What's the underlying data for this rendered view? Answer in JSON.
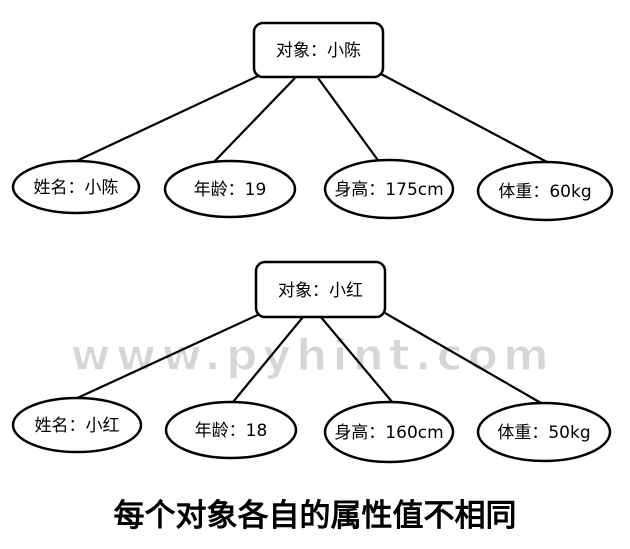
{
  "trees": [
    {
      "object_label": "对象：小陈",
      "attributes": [
        "姓名：小陈",
        "年龄：19",
        "身高：175cm",
        "体重：60kg"
      ]
    },
    {
      "object_label": "对象：小红",
      "attributes": [
        "姓名：小红",
        "年龄：18",
        "身高：160cm",
        "体重：50kg"
      ]
    }
  ],
  "watermark": "www.pyhint.com",
  "caption": "每个对象各自的属性值不相同"
}
